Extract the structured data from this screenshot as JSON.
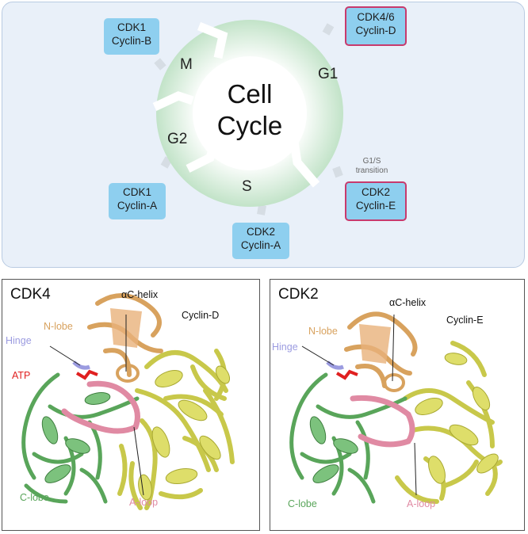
{
  "cell_cycle": {
    "center_title": [
      "Cell",
      "Cycle"
    ],
    "phases": {
      "g1": "G1",
      "s": "S",
      "g2": "G2",
      "m": "M"
    },
    "transition_label": [
      "G1/S",
      "transition"
    ],
    "complexes": {
      "cdk1_cyclin_b": [
        "CDK1",
        "Cyclin-B"
      ],
      "cdk46_cyclin_d": [
        "CDK4/6",
        "Cyclin-D"
      ],
      "cdk2_cyclin_e": [
        "CDK2",
        "Cyclin-E"
      ],
      "cdk1_cyclin_a": [
        "CDK1",
        "Cyclin-A"
      ],
      "cdk2_cyclin_a": [
        "CDK2",
        "Cyclin-A"
      ]
    }
  },
  "structures": {
    "cdk4": {
      "title": "CDK4",
      "labels": {
        "ac_helix": "αC-helix",
        "cyclin": "Cyclin-D",
        "n_lobe": "N-lobe",
        "hinge": "Hinge",
        "atp": "ATP",
        "c_lobe": "C-lobe",
        "a_loop": "A-loop"
      }
    },
    "cdk2": {
      "title": "CDK2",
      "labels": {
        "ac_helix": "αC-helix",
        "cyclin": "Cyclin-E",
        "n_lobe": "N-lobe",
        "hinge": "Hinge",
        "c_lobe": "C-lobe",
        "a_loop": "A-loop"
      }
    }
  },
  "colors": {
    "n_lobe": "#d8a25e",
    "hinge": "#9b9be0",
    "atp": "#e02020",
    "c_lobe": "#59a55a",
    "a_loop": "#e08aa3",
    "cyclin": "#c8c84a",
    "cdk_box": "#8ecfef",
    "g1s_border": "#c83a6d"
  }
}
